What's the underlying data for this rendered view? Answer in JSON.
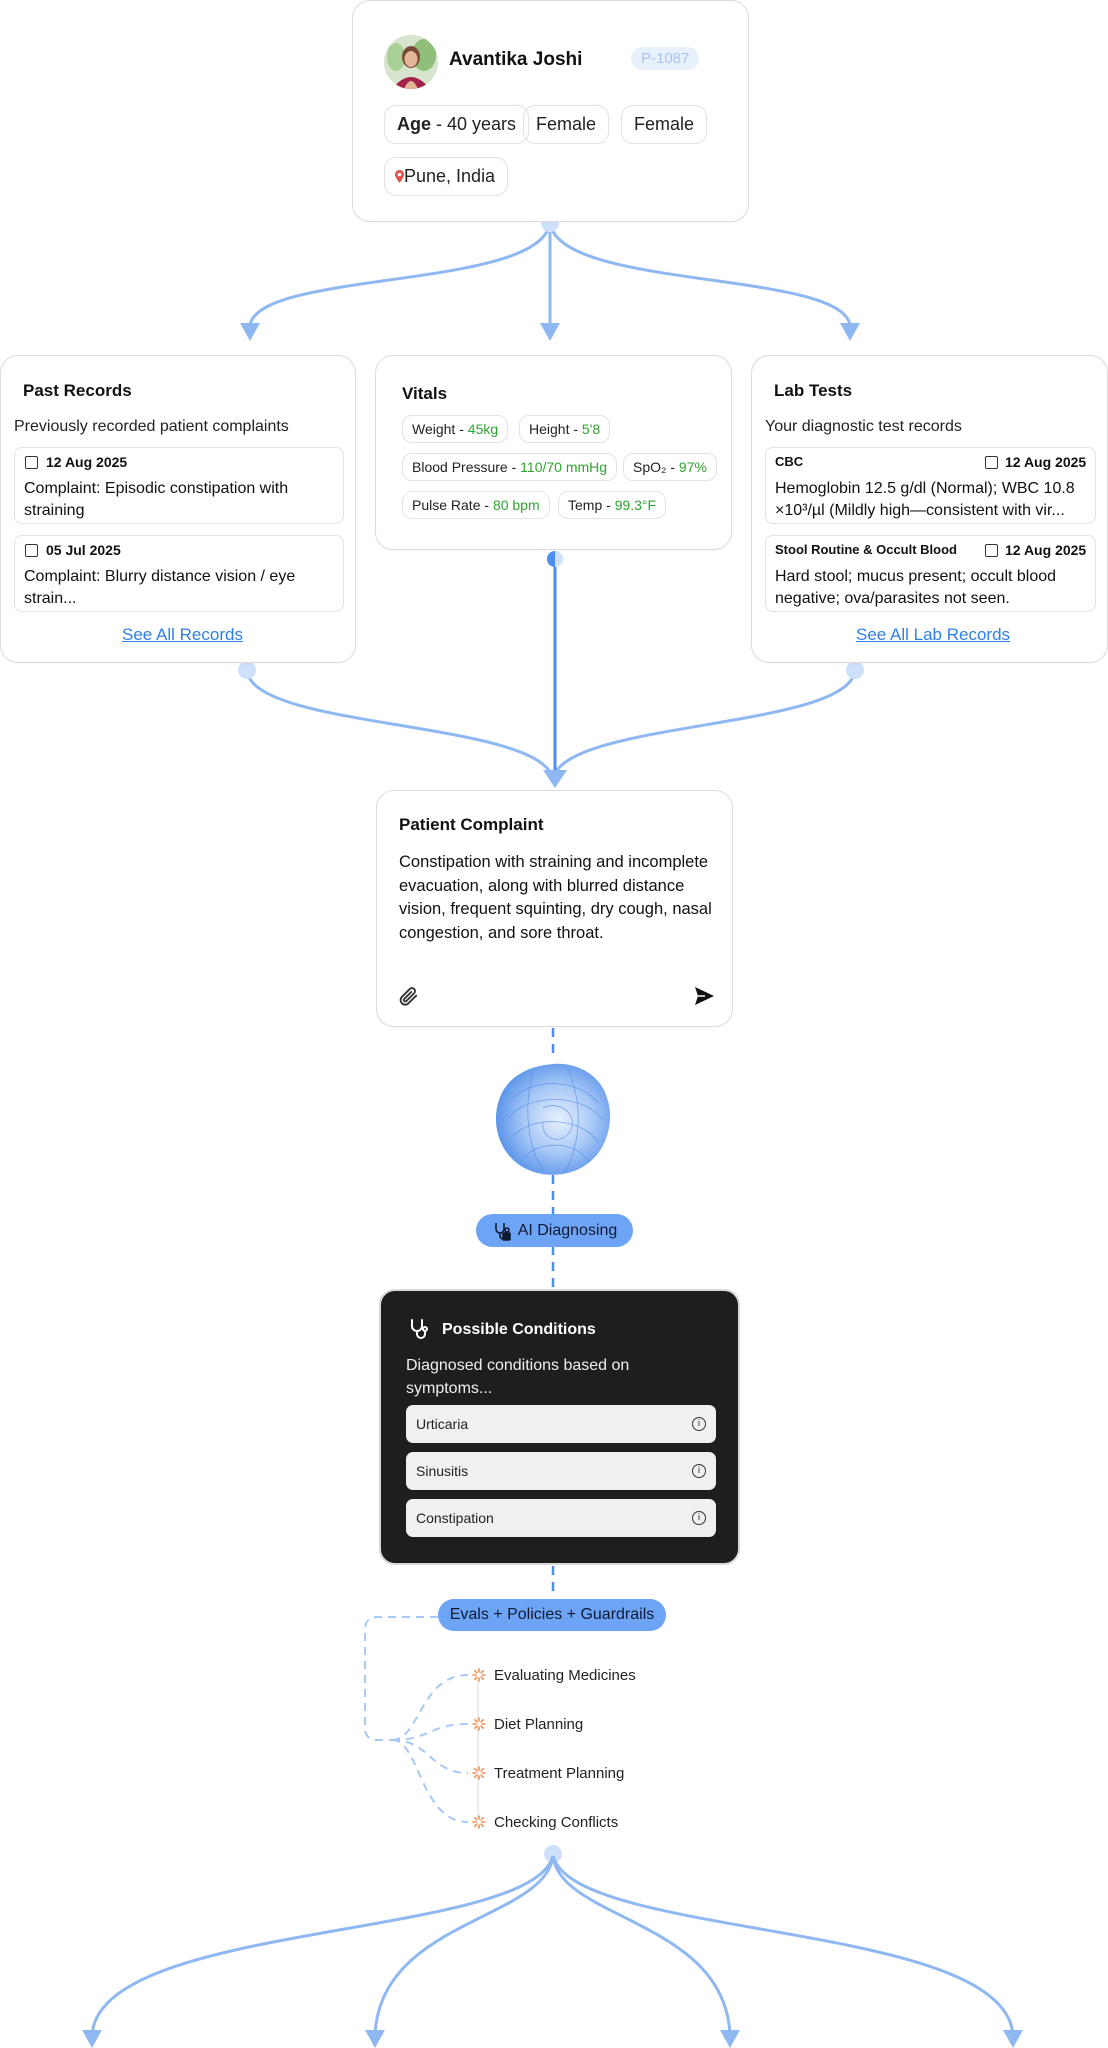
{
  "patient": {
    "name": "Avantika Joshi",
    "id": "P-1087",
    "age_label": "Age",
    "age_value": " - 40 years",
    "chips": [
      "Female",
      "Female"
    ],
    "location": "Pune, India"
  },
  "past_records": {
    "title": "Past Records",
    "subtitle": "Previously recorded patient complaints",
    "items": [
      {
        "date": "12 Aug 2025",
        "text": "Complaint: Episodic constipation with straining"
      },
      {
        "date": "05 Jul 2025",
        "text": "Complaint: Blurry distance vision / eye strain..."
      }
    ],
    "link": "See All Records"
  },
  "vitals": {
    "title": "Vitals",
    "rows": [
      [
        {
          "label": "Weight",
          "value": "45kg"
        },
        {
          "label": "Height",
          "value": "5'8"
        }
      ],
      [
        {
          "label": "Blood Pressure",
          "value": "110/70 mmHg"
        },
        {
          "label": "SpO₂",
          "value": "97%"
        }
      ],
      [
        {
          "label": "Pulse Rate",
          "value": "80 bpm"
        },
        {
          "label": "Temp",
          "value": "99.3°F"
        }
      ]
    ]
  },
  "lab_tests": {
    "title": "Lab Tests",
    "subtitle": "Your diagnostic test records",
    "items": [
      {
        "name": "CBC",
        "date": "12 Aug 2025",
        "text": "Hemoglobin 12.5 g/dl (Normal); WBC 10.8 ×10³/µl (Mildly high—consistent with vir..."
      },
      {
        "name": "Stool Routine & Occult Blood",
        "date": "12 Aug 2025",
        "text": "Hard stool; mucus present; occult blood negative; ova/parasites not seen."
      }
    ],
    "link": "See All Lab Records"
  },
  "complaint": {
    "title": "Patient Complaint",
    "text": "Constipation with straining and incomplete evacuation, along with blurred distance vision, frequent squinting, dry cough, nasal congestion, and sore throat."
  },
  "ai_pill": "AI Diagnosing",
  "conditions": {
    "title": "Possible Conditions",
    "subtitle": "Diagnosed conditions based on symptoms...",
    "items": [
      "Urticaria",
      "Sinusitis",
      "Constipation"
    ]
  },
  "guardrails_pill": "Evals + Policies + Guardrails",
  "steps": [
    "Evaluating Medicines",
    "Diet Planning",
    "Treatment Planning",
    "Checking Conflicts"
  ],
  "colors": {
    "wire": "#8fb8f3",
    "wire_strong": "#4b8ef0",
    "accent_blue": "#6ea4f5",
    "value_green": "#2ea52e",
    "link_blue": "#2f7fe6",
    "spinner_orange": "#f08a4b"
  }
}
